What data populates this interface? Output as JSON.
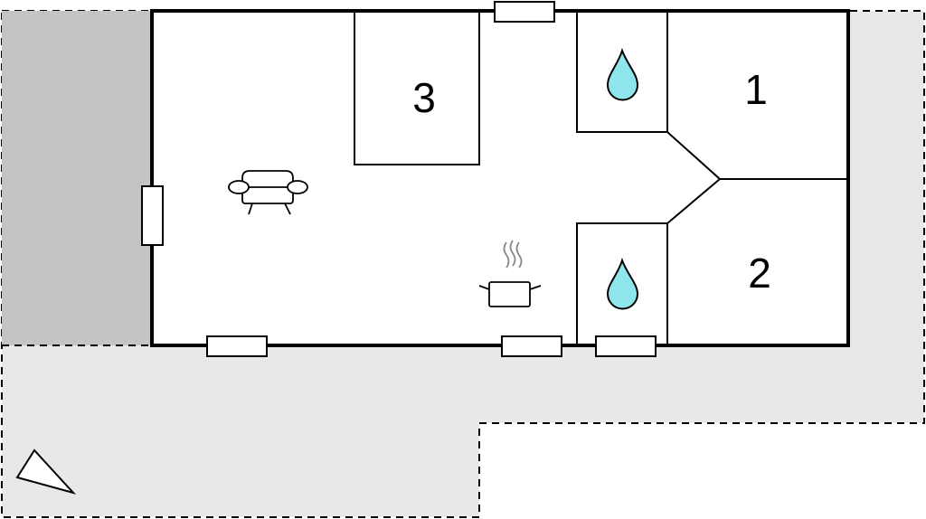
{
  "floorplan": {
    "rooms": [
      {
        "id": "bedroom-1",
        "label": "1"
      },
      {
        "id": "bedroom-2",
        "label": "2"
      },
      {
        "id": "bedroom-3",
        "label": "3"
      }
    ],
    "icons": {
      "sofa": "sofa-icon",
      "cooking_pot": "cooking-pot-icon",
      "bathroom_upper": "water-drop-icon",
      "bathroom_lower": "water-drop-icon",
      "north_arrow": "north-arrow-icon"
    },
    "colors": {
      "wall": "#000000",
      "terrace": "#e8e8e8",
      "covered_terrace": "#c4c4c4",
      "water_drop": "#8ee6ec",
      "interior": "#ffffff"
    }
  }
}
